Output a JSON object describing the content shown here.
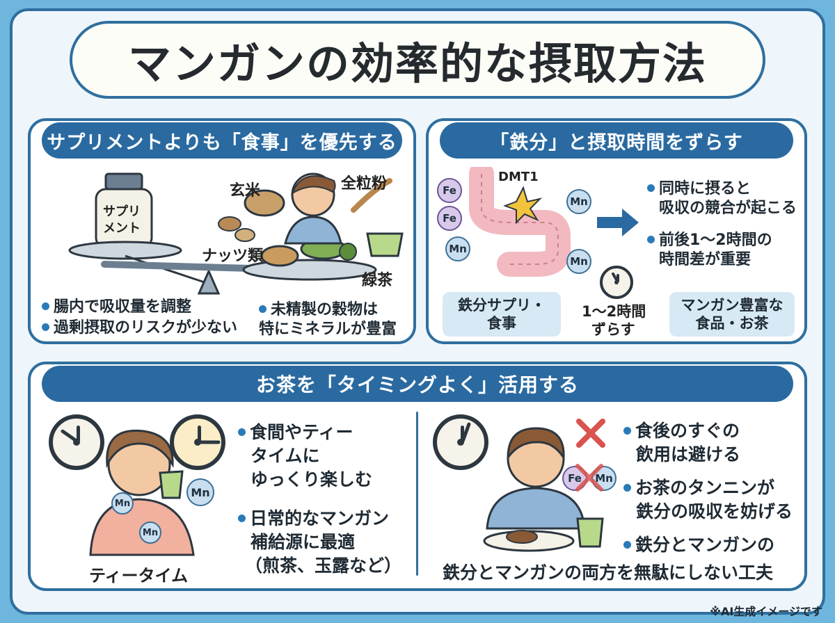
{
  "title": "マンガンの効率的な摂取方法",
  "section1": {
    "heading": "サプリメントよりも「食事」を優先する",
    "bottle_label_line1": "サプリ",
    "bottle_label_line2": "メント",
    "food_labels": [
      "玄米",
      "全粒粉",
      "ナッツ類",
      "緑茶"
    ],
    "bullets_left": [
      "腸内で吸収量を調整",
      "過剰摂取のリスクが少ない"
    ],
    "bullet_right_line1": "未精製の穀物は",
    "bullet_right_line2": "特にミネラルが豊富"
  },
  "section2": {
    "heading": "「鉄分」と摂取時間をずらす",
    "transporter_label": "DMT1",
    "particles": [
      "Fe",
      "Fe",
      "Mn",
      "Mn",
      "Mn"
    ],
    "bullet1_line1": "同時に摂ると",
    "bullet1_line2": "吸収の競合が起こる",
    "bullet2_line1": "前後1～2時間の",
    "bullet2_line2": "時間差が重要",
    "box_left_line1": "鉄分サプリ・",
    "box_left_line2": "食事",
    "shift_line1": "1～2時間",
    "shift_line2": "ずらす",
    "box_right_line1": "マンガン豊富な",
    "box_right_line2": "食品・お茶"
  },
  "section3": {
    "heading": "お茶を「タイミングよく」活用する",
    "left_caption": "ティータイム",
    "left_particles": [
      "Mn",
      "Mn",
      "Mn"
    ],
    "left_bullet1_line1": "食間やティー",
    "left_bullet1_line2": "タイムに",
    "left_bullet1_line3": "ゆっくり楽しむ",
    "left_bullet2_line1": "日常的なマンガン",
    "left_bullet2_line2": "補給源に最適",
    "left_bullet2_line3": "（煎茶、玉露など）",
    "right_particles": [
      "Fe",
      "Mn"
    ],
    "right_bullet1_line1": "食後のすぐの",
    "right_bullet1_line2": "飲用は避ける",
    "right_bullet2_line1": "お茶のタンニンが",
    "right_bullet2_line2": "鉄分の吸収を妨げる",
    "right_bullet3_line1": "鉄分とマンガンの",
    "right_caption": "鉄分とマンガンの両方を無駄にしない工夫"
  },
  "credit": "※AI生成イメージです",
  "colors": {
    "background": "#6fb6de",
    "frame": "#2f6f9f",
    "heading_pill": "#2a6aa1",
    "bullet": "#2a7ab8",
    "cross": "#d9534f",
    "intestine": "#f3b9c0"
  }
}
